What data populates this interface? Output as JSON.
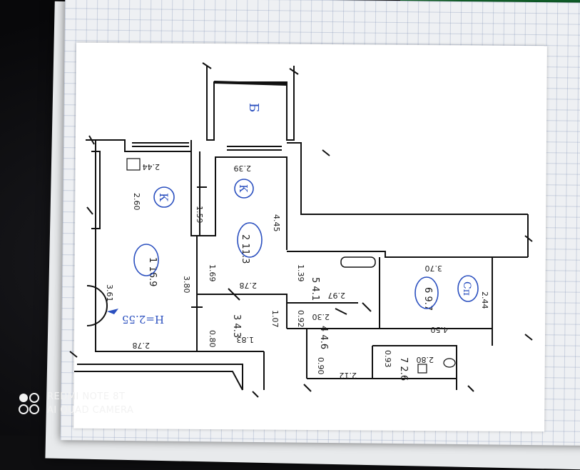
{
  "watermark": {
    "line1": "REDMI NOTE 8T",
    "line2": "AI QUAD CAMERA"
  },
  "plan": {
    "room_letters": {
      "kitchen": "К",
      "bedroom": "К",
      "loggia": "Сп"
    },
    "ceiling_height": "H=2.55",
    "rooms": {
      "r1": {
        "num": "1",
        "area": "16.9"
      },
      "r2": {
        "num": "2",
        "area": "11.3"
      },
      "r3": {
        "num": "3",
        "area": "4.3"
      },
      "r4": {
        "num": "4",
        "area": "4.6"
      },
      "r5": {
        "num": "5",
        "area": "4.1"
      },
      "r6": {
        "num": "6",
        "area": "9.7"
      },
      "r7": {
        "num": "7",
        "area": "2.6"
      }
    },
    "dims": {
      "d_244a": "2.44",
      "d_260": "2.60",
      "d_159": "1.59",
      "d_239": "2.39",
      "d_445": "4.45",
      "d_169": "1.69",
      "d_380": "3.80",
      "d_361": "3.61",
      "d_278a": "2.78",
      "d_278b": "2.78",
      "d_080": "0.80",
      "d_183": "1.83",
      "d_107": "1.07",
      "d_092": "0.92",
      "d_230": "2.30",
      "d_139": "1.39",
      "d_297": "2.97",
      "d_370": "3.70",
      "d_244b": "2.44",
      "d_450": "4.50",
      "d_090": "0.90",
      "d_212": "2.12",
      "d_093": "0.93",
      "d_280": "2.80"
    },
    "balcony_mark": "Б"
  },
  "colors": {
    "ink": "#1c1c1c",
    "pen": "#2a4fbf",
    "wall": "#111111"
  }
}
